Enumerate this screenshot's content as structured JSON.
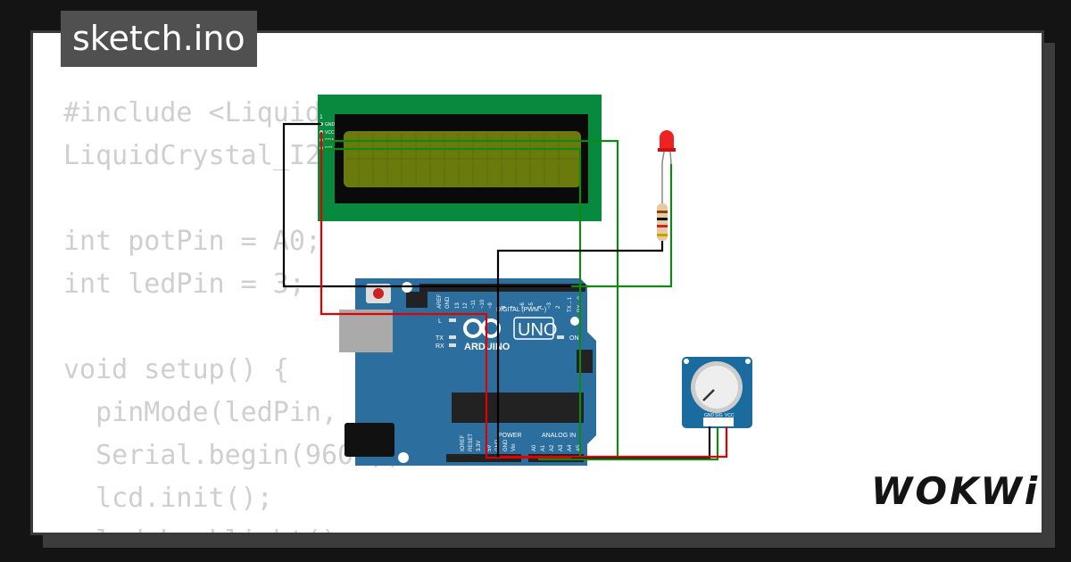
{
  "file_tab": {
    "label": "sketch.ino"
  },
  "code": {
    "lines": [
      "#include <LiquidCrystal_I2C.h>",
      "LiquidCrystal_I2C lcd(0x27,16,2);",
      "",
      "int potPin = A0;",
      "int ledPin = 3;",
      "",
      "void setup() {",
      "  pinMode(ledPin, OUTPUT);",
      "  Serial.begin(9600);",
      "  lcd.init();",
      "  lcd.backlight();"
    ]
  },
  "lcd": {
    "pin_labels": [
      "GND",
      "VCC",
      "SDA",
      "SCL"
    ],
    "pin_number": "1"
  },
  "arduino": {
    "model_label": "UNO",
    "brand_label": "ARDUINO",
    "digital_header_label": "DIGITAL (PWM ~)",
    "digital_pins": [
      "AREF",
      "GND",
      "13",
      "12",
      "~11",
      "~10",
      "~9",
      "8",
      "7",
      "~6",
      "~5",
      "4",
      "~3",
      "2",
      "TX→1",
      "RX←0"
    ],
    "power_header_label": "POWER",
    "power_pins": [
      "IOREF",
      "RESET",
      "3.3V",
      "5V",
      "GND",
      "GND",
      "Vin"
    ],
    "analog_header_label": "ANALOG IN",
    "analog_pins": [
      "A0",
      "A1",
      "A2",
      "A3",
      "A4",
      "A5"
    ],
    "led_labels": {
      "l": "L",
      "tx": "TX",
      "rx": "RX",
      "on": "ON"
    }
  },
  "potentiometer": {
    "pin_labels": [
      "GND",
      "SIG",
      "VCC"
    ]
  },
  "brand": {
    "logo_text": "WOKWi"
  },
  "colors": {
    "background": "#141414",
    "card": "#ffffff",
    "code_text": "#cfcfcf",
    "tab_bg": "#505050",
    "lcd_board": "#088a3e",
    "lcd_screen": "#6b7a0c",
    "arduino_board": "#2c6f9e",
    "wire_black": "#000000",
    "wire_red": "#e00000",
    "wire_green": "#118811",
    "led_red": "#ee2222"
  }
}
